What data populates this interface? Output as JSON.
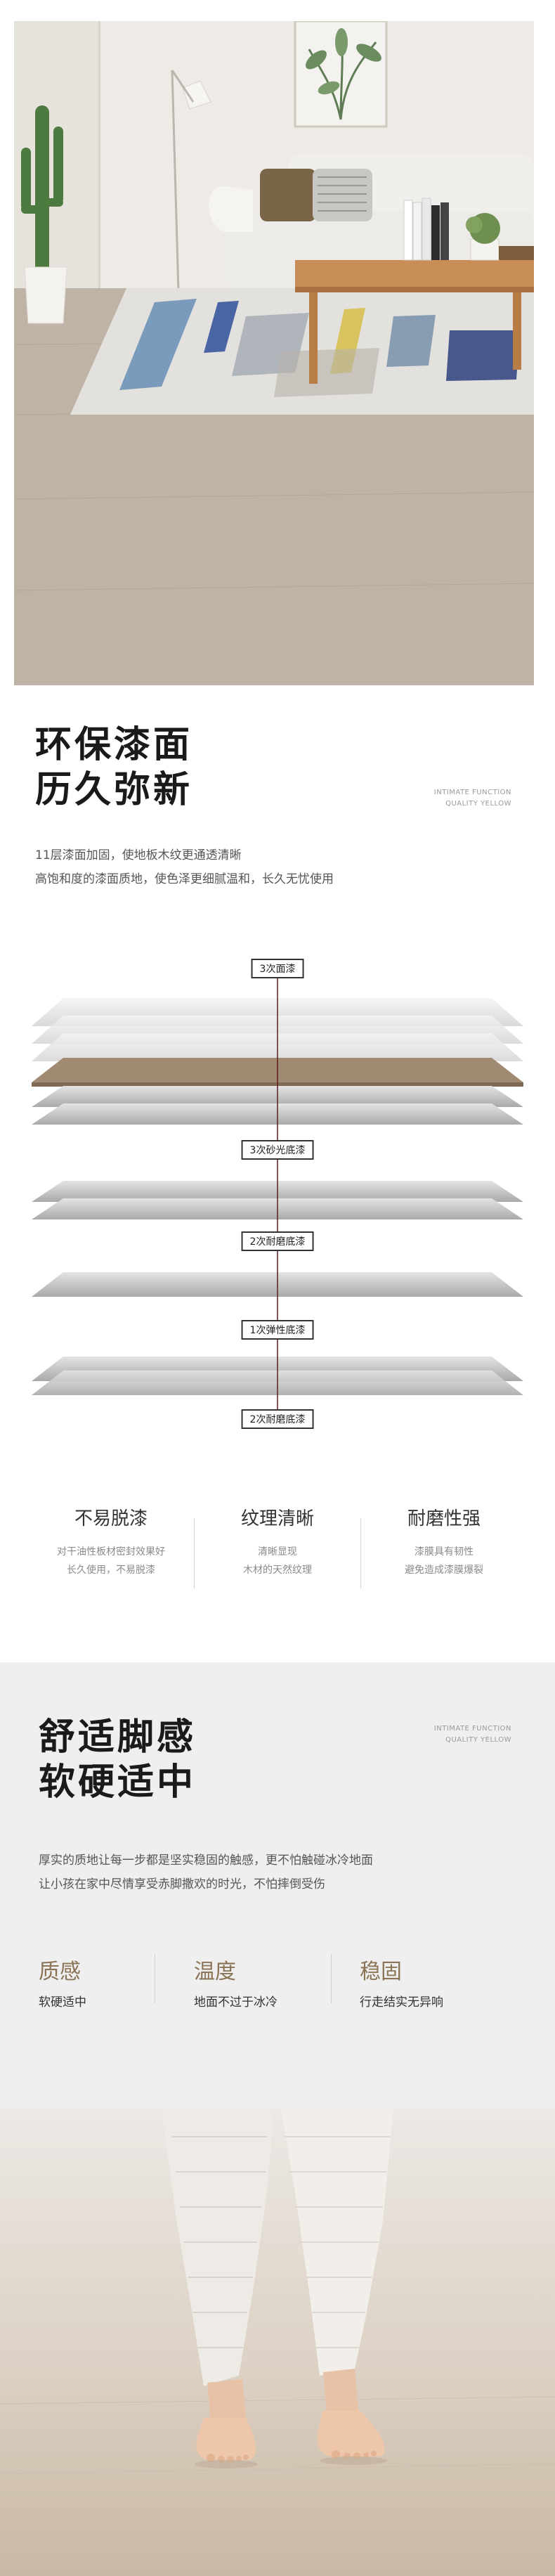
{
  "room_photo": {
    "icons": [
      "cactus-plant",
      "floor-lamp",
      "sofa",
      "coffee-table",
      "potted-plant",
      "framed-plant-painting",
      "books",
      "rug"
    ]
  },
  "paint_section": {
    "title_line1": "环保漆面",
    "title_line2": "历久弥新",
    "eng_line1": "INTIMATE FUNCTION",
    "eng_line2": "QUALITY YELLOW",
    "desc_line1": "11层漆面加固，使地板木纹更通透清晰",
    "desc_line2": "高饱和度的漆面质地，使色泽更细腻温和，长久无忧使用"
  },
  "layers": {
    "labels": [
      "3次面漆",
      "3次砂光底漆",
      "2次耐磨底漆",
      "1次弹性底漆",
      "2次耐磨底漆"
    ],
    "colors": {
      "plate": "#cfcfcf",
      "plate_dark": "#a9a9a9",
      "wood": "#a08a72",
      "arrow": "#5a1d1d"
    }
  },
  "features": [
    {
      "title": "不易脱漆",
      "line1": "对干油性板材密封效果好",
      "line2": "长久使用，不易脱漆"
    },
    {
      "title": "纹理清晰",
      "line1": "清晰显现",
      "line2": "木材的天然纹理"
    },
    {
      "title": "耐磨性强",
      "line1": "漆膜具有韧性",
      "line2": "避免造成漆膜爆裂"
    }
  ],
  "comfort_section": {
    "title_line1": "舒适脚感",
    "title_line2": "软硬适中",
    "eng_line1": "INTIMATE FUNCTION",
    "eng_line2": "QUALITY YELLOW",
    "desc_line1": "厚实的质地让每一步都是坚实稳固的触感，更不怕触碰冰冷地面",
    "desc_line2": "让小孩在家中尽情享受赤脚撒欢的时光，不怕摔倒受伤",
    "accent_color": "#8b7356",
    "items": [
      {
        "title": "质感",
        "text": "软硬适中"
      },
      {
        "title": "温度",
        "text": "地面不过于冰冷"
      },
      {
        "title": "稳固",
        "text": "行走结实无异响"
      }
    ]
  },
  "baby_photo": {
    "icons": [
      "toddler-legs",
      "wood-floor"
    ]
  }
}
